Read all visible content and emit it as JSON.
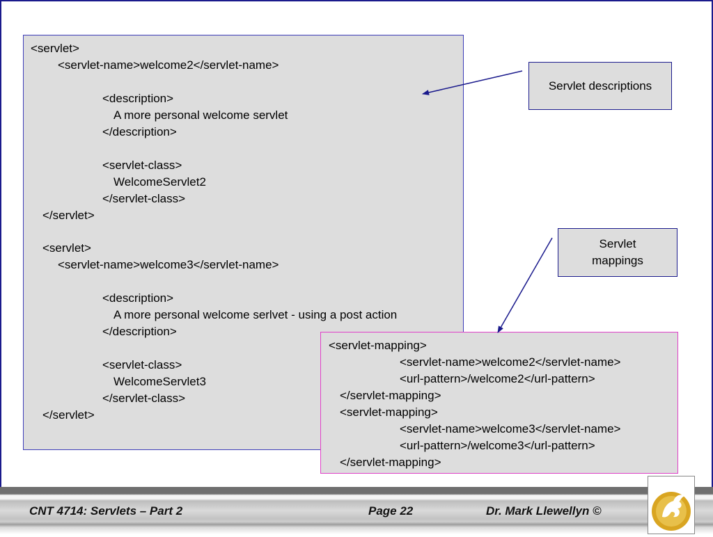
{
  "servlet_block": {
    "lines": [
      "<servlet>",
      "<servlet-name>welcome2</servlet-name>",
      "<description>",
      "A more personal welcome servlet",
      "</description>",
      "<servlet-class>",
      "WelcomeServlet2",
      "</servlet-class>",
      "</servlet>",
      "<servlet>",
      "<servlet-name>welcome3</servlet-name>",
      "<description>",
      "A more personal welcome serlvet - using a post action",
      "</description>",
      "<servlet-class>",
      "WelcomeServlet3",
      "</servlet-class>",
      "</servlet>"
    ]
  },
  "mapping_block": {
    "lines": [
      "<servlet-mapping>",
      "<servlet-name>welcome2</servlet-name>",
      "<url-pattern>/welcome2</url-pattern>",
      "</servlet-mapping>",
      "<servlet-mapping>",
      "<servlet-name>welcome3</servlet-name>",
      "<url-pattern>/welcome3</url-pattern>",
      "</servlet-mapping>"
    ]
  },
  "callouts": {
    "descriptions": "Servlet descriptions",
    "mappings": "Servlet mappings"
  },
  "footer": {
    "course": "CNT 4714: Servlets – Part 2",
    "page": "Page 22",
    "author": "Dr. Mark Llewellyn ©"
  },
  "colors": {
    "box_fill": "#dddddd",
    "frame_blue": "#1a1a8c",
    "mapping_border": "#e040c8",
    "logo_gold": "#d9a521"
  }
}
